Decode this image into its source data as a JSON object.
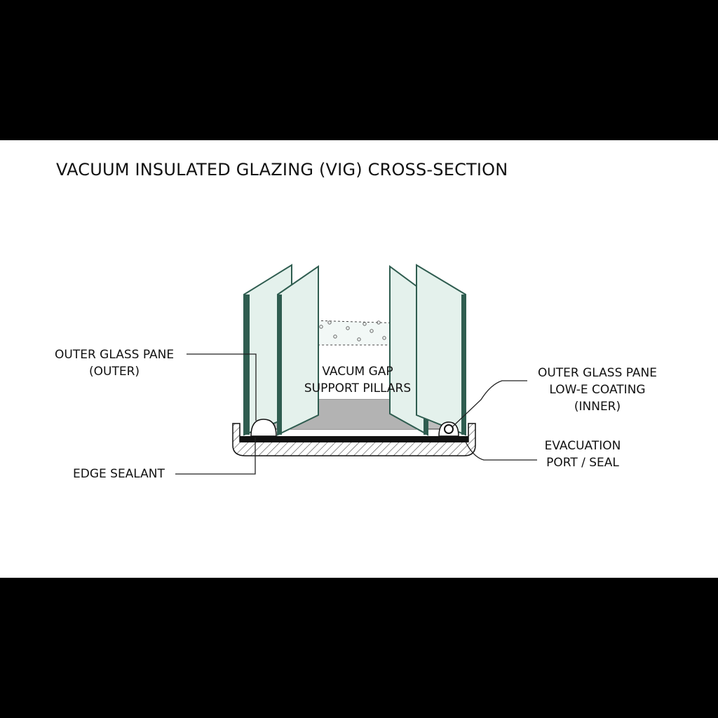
{
  "title": "VACUUM INSULATED GLAZING (VIG) CROSS-SECTION",
  "labels": {
    "outer_pane": [
      "OUTER GLASS PANE",
      "(OUTER)"
    ],
    "edge_sealant": "EDGE SEALANT",
    "gap": [
      "VACUM GAP",
      "SUPPORT PILLARS"
    ],
    "inner_pane": [
      "OUTER GLASS PANE",
      "LOW-E COATING",
      "(INNER)"
    ],
    "evacuation": [
      "EVACUATION",
      "PORT / SEAL"
    ]
  },
  "colors": {
    "glass_edge": "#2f5d50",
    "glass_fill": "#e4f1ec",
    "sealant_black": "#111111",
    "floor_gray": "#bdbdbd",
    "leader_line": "#222222",
    "band": "#000000",
    "canvas": "#ffffff"
  }
}
